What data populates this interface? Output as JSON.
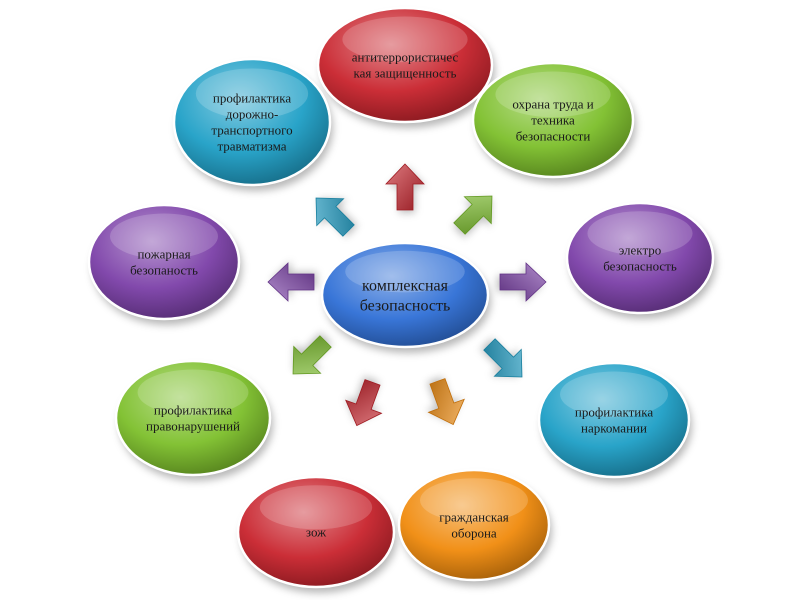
{
  "center": {
    "lines": [
      "комплексная",
      "безопасность"
    ],
    "color": "#2f6fd6"
  },
  "nodes": [
    {
      "id": "anti-terror",
      "lines": [
        "антитеррористичес",
        "кая защищенность"
      ],
      "color": "#c8232c"
    },
    {
      "id": "labor-safety",
      "lines": [
        "охрана  труда и",
        "техника",
        "безопасности"
      ],
      "color": "#7cbf2a"
    },
    {
      "id": "electro-safety",
      "lines": [
        "электро",
        "безопасность"
      ],
      "color": "#7b3fa8"
    },
    {
      "id": "drug-prevention",
      "lines": [
        "профилактика",
        "наркомании"
      ],
      "color": "#1e9fc6"
    },
    {
      "id": "civil-defense",
      "lines": [
        "гражданская",
        "оборона"
      ],
      "color": "#f08a0c"
    },
    {
      "id": "healthy-lifestyle",
      "lines": [
        "зож"
      ],
      "color": "#c8232c"
    },
    {
      "id": "offense-prevention",
      "lines": [
        "профилактика",
        "правонарушений"
      ],
      "color": "#7cbf2a"
    },
    {
      "id": "fire-safety",
      "lines": [
        "пожарная",
        "безопаность"
      ],
      "color": "#7b3fa8"
    },
    {
      "id": "road-injury-prevention",
      "lines": [
        "профилактика",
        "дорожно-",
        "транспортного",
        "травматизма"
      ],
      "color": "#1e9fc6"
    }
  ],
  "arrow_colors": [
    "#c8232c",
    "#7cbf2a",
    "#7b3fa8",
    "#1e9fc6",
    "#f08a0c",
    "#c8232c",
    "#7cbf2a",
    "#7b3fa8",
    "#1e9fc6"
  ]
}
